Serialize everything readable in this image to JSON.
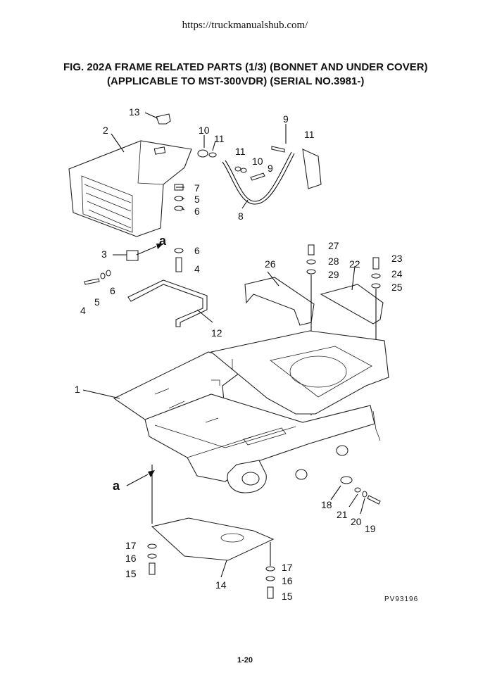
{
  "header": {
    "url": "https://truckmanualshub.com/"
  },
  "figure": {
    "title_line1": "FIG. 202A FRAME RELATED PARTS (1/3) (BONNET AND UNDER COVER)",
    "title_line2": "(APPLICABLE TO MST-300VDR) (SERIAL NO.3981-)",
    "code": "PV93196",
    "view_label": "a"
  },
  "callouts": {
    "c1": "1",
    "c2": "2",
    "c3": "3",
    "c4a": "4",
    "c4b": "4",
    "c5a": "5",
    "c5b": "5",
    "c6a": "6",
    "c6b": "6",
    "c6c": "6",
    "c7": "7",
    "c8": "8",
    "c9a": "9",
    "c9b": "9",
    "c10a": "10",
    "c10b": "10",
    "c11a": "11",
    "c11b": "11",
    "c11c": "11",
    "c12": "12",
    "c13": "13",
    "c14": "14",
    "c15a": "15",
    "c15b": "15",
    "c16a": "16",
    "c16b": "16",
    "c17a": "17",
    "c17b": "17",
    "c18": "18",
    "c19": "19",
    "c20": "20",
    "c21": "21",
    "c22": "22",
    "c23": "23",
    "c24": "24",
    "c25": "25",
    "c26": "26",
    "c27": "27",
    "c28": "28",
    "c29": "29"
  },
  "footer": {
    "page": "1-20"
  }
}
